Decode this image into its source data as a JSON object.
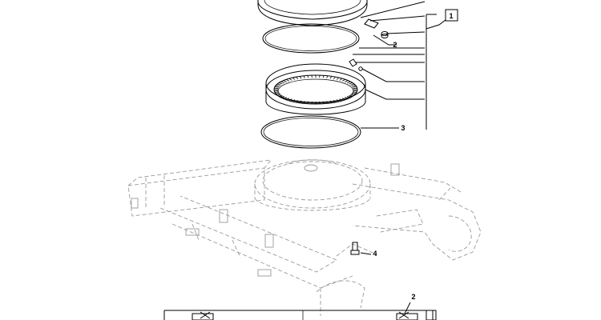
{
  "callouts": {
    "c1": "1",
    "c2_top": "2",
    "c3": "3",
    "c4": "4",
    "c2_bottom": "2"
  },
  "colors": {
    "line": "#000000",
    "ghost": "#9a9a9a",
    "background": "#ffffff"
  }
}
